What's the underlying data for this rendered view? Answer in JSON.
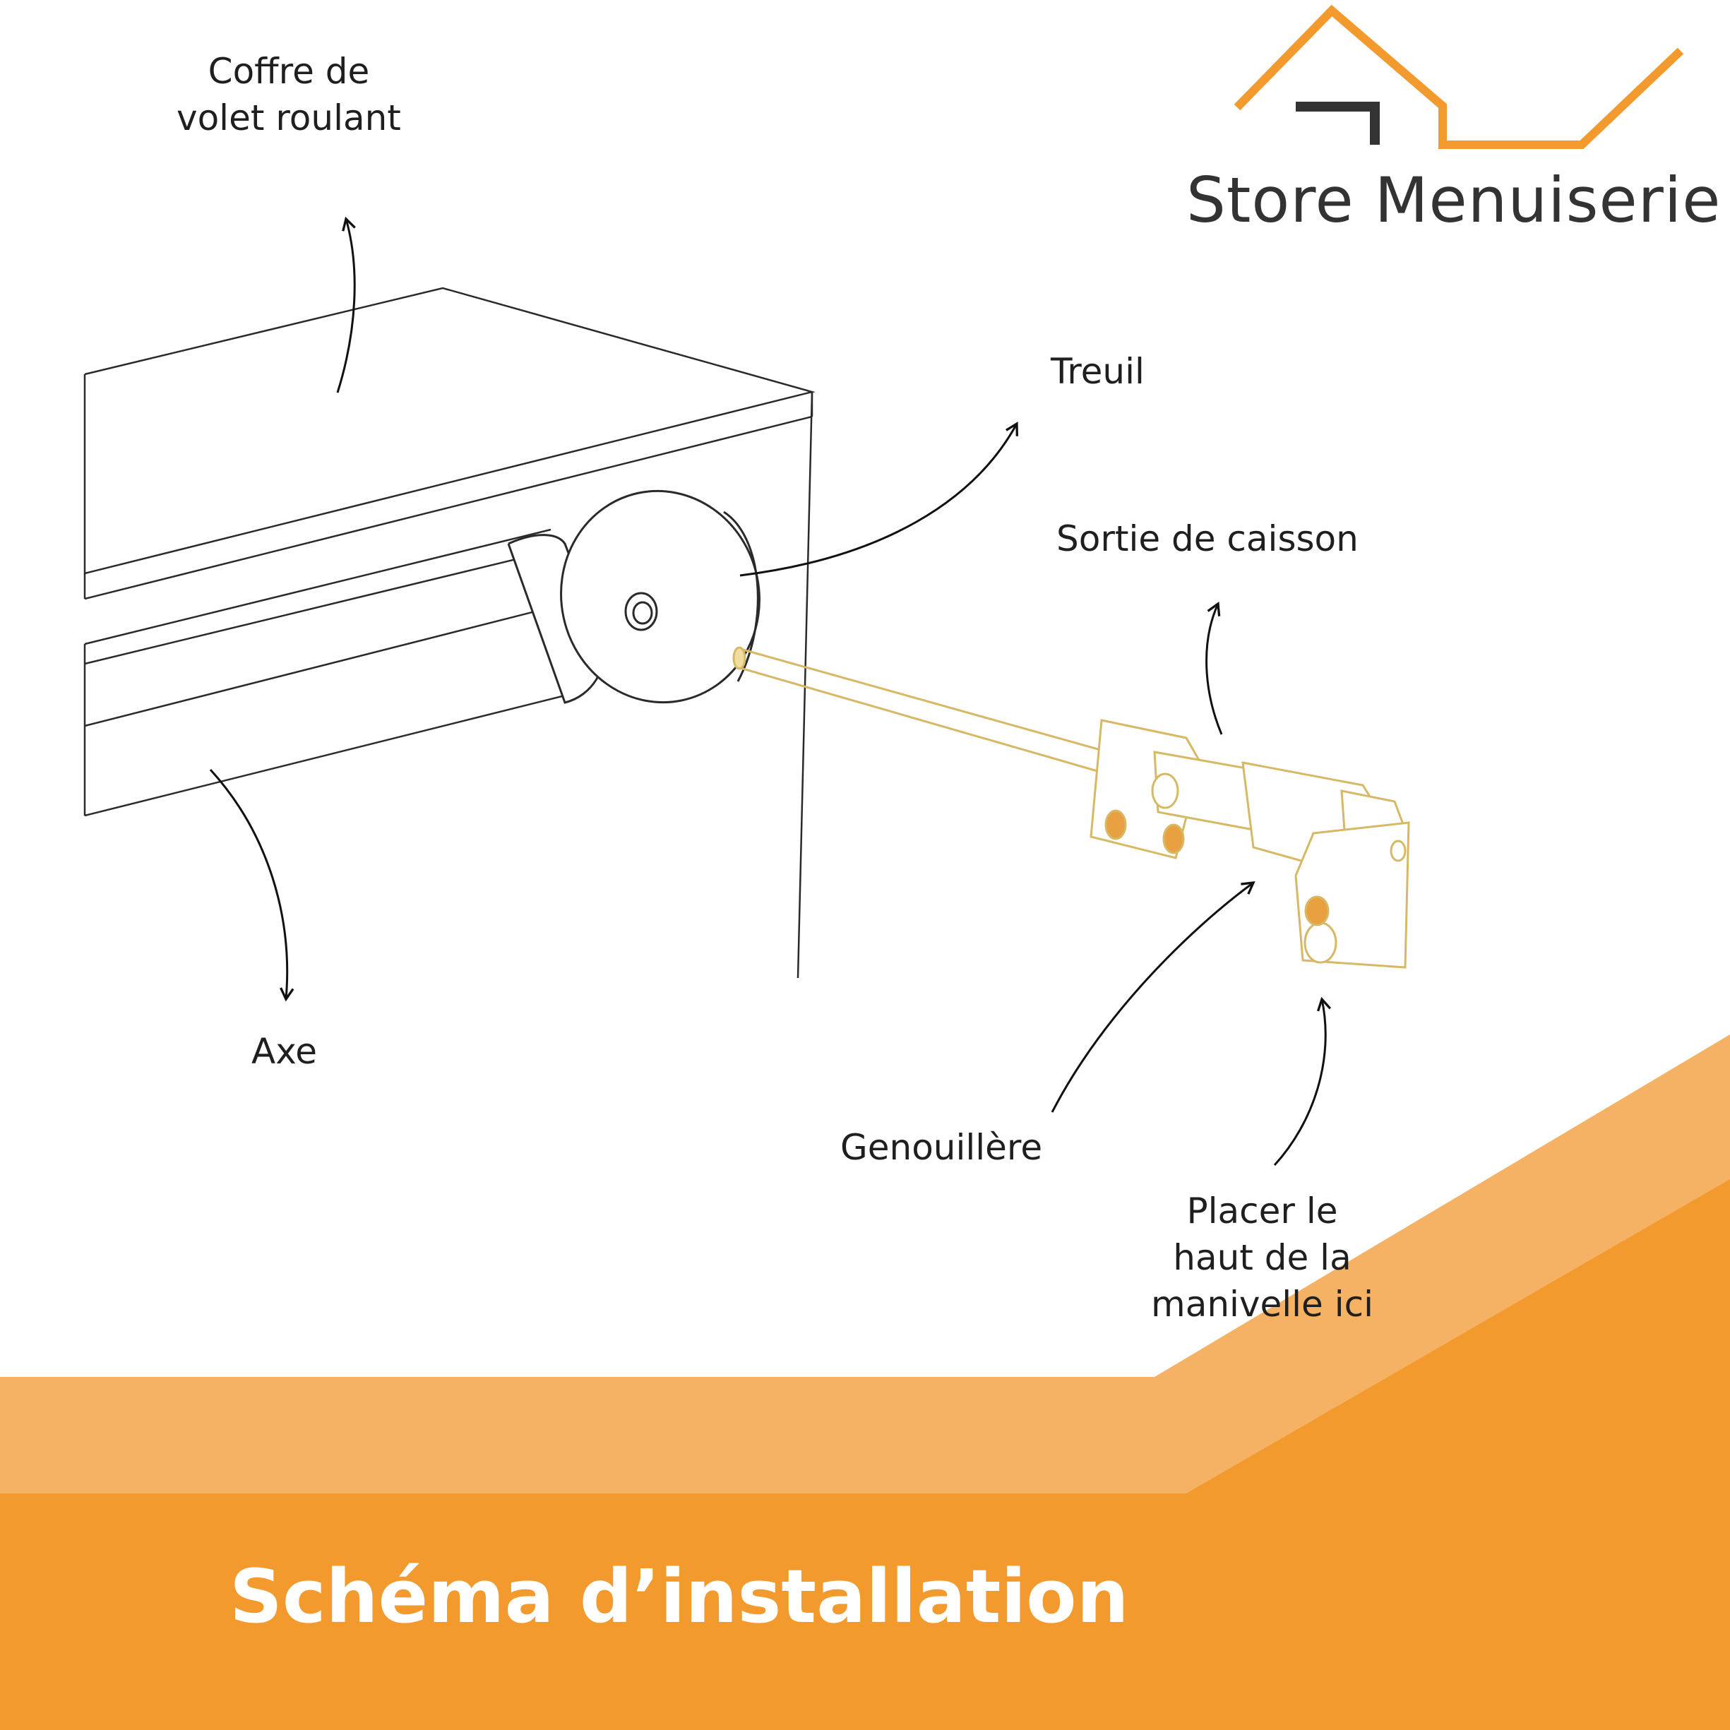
{
  "brand": {
    "name": "Store Menuiserie",
    "accent_color": "#F0992E",
    "dark_color": "#333333",
    "logo_icon": "house-roofline-icon"
  },
  "labels": {
    "coffre": "Coffre de\nvolet roulant",
    "treuil": "Treuil",
    "sortie": "Sortie de caisson",
    "axe": "Axe",
    "genouillere": "Genouillère",
    "manivelle": "Placer le\nhaut de la\nmanivelle ici"
  },
  "footer": {
    "title": "Schéma d’installation",
    "band_light_color": "#F5B264",
    "band_dark_color": "#F29A2E"
  }
}
